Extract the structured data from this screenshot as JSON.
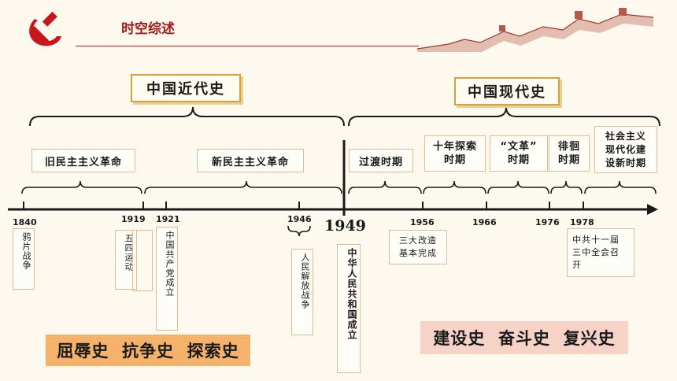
{
  "header": {
    "title": "时空综述",
    "logo": "hammer-sickle-icon",
    "ornament": "great-wall-icon"
  },
  "eras": {
    "modern": "中国近代史",
    "contemporary": "中国现代史"
  },
  "periods": {
    "old_democratic": "旧民主主义革命",
    "new_democratic": "新民主主义革命",
    "transition": "过渡时期",
    "ten_years_line1": "十年探索",
    "ten_years_line2": "时期",
    "cultural_line1": "“文革”",
    "cultural_line2": "时期",
    "wandering_line1": "徘徊",
    "wandering_line2": "时期",
    "reform_line1": "社会主义",
    "reform_line2": "现代化建",
    "reform_line3": "设新时期"
  },
  "years": {
    "y1840": "1840",
    "y1919": "1919",
    "y1921": "1921",
    "y1946": "1946",
    "y1949": "1949",
    "y1956": "1956",
    "y1966": "1966",
    "y1976": "1976",
    "y1978": "1978"
  },
  "events": {
    "opium_war": "鸦片战争",
    "may_fourth": "五四运动",
    "cpc_founded": "中国共产党成立",
    "liberation_war": "人民解放战争",
    "prc_founded": "中华人民共和国成立",
    "three_transform_line1": "三大改造",
    "three_transform_line2": "基本完成",
    "plenum_line1": "中共十一届",
    "plenum_line2": "三中全会召",
    "plenum_line3": "开"
  },
  "banners": {
    "left": "屈辱史  抗争史  探索史",
    "right": "建设史  奋斗史  复兴史"
  },
  "colors": {
    "accent_red": "#c8161d",
    "gold": "#d4a23b",
    "border": "#e6b98f",
    "banner_left": "#f4b26a",
    "banner_right": "#f6d2c7"
  }
}
